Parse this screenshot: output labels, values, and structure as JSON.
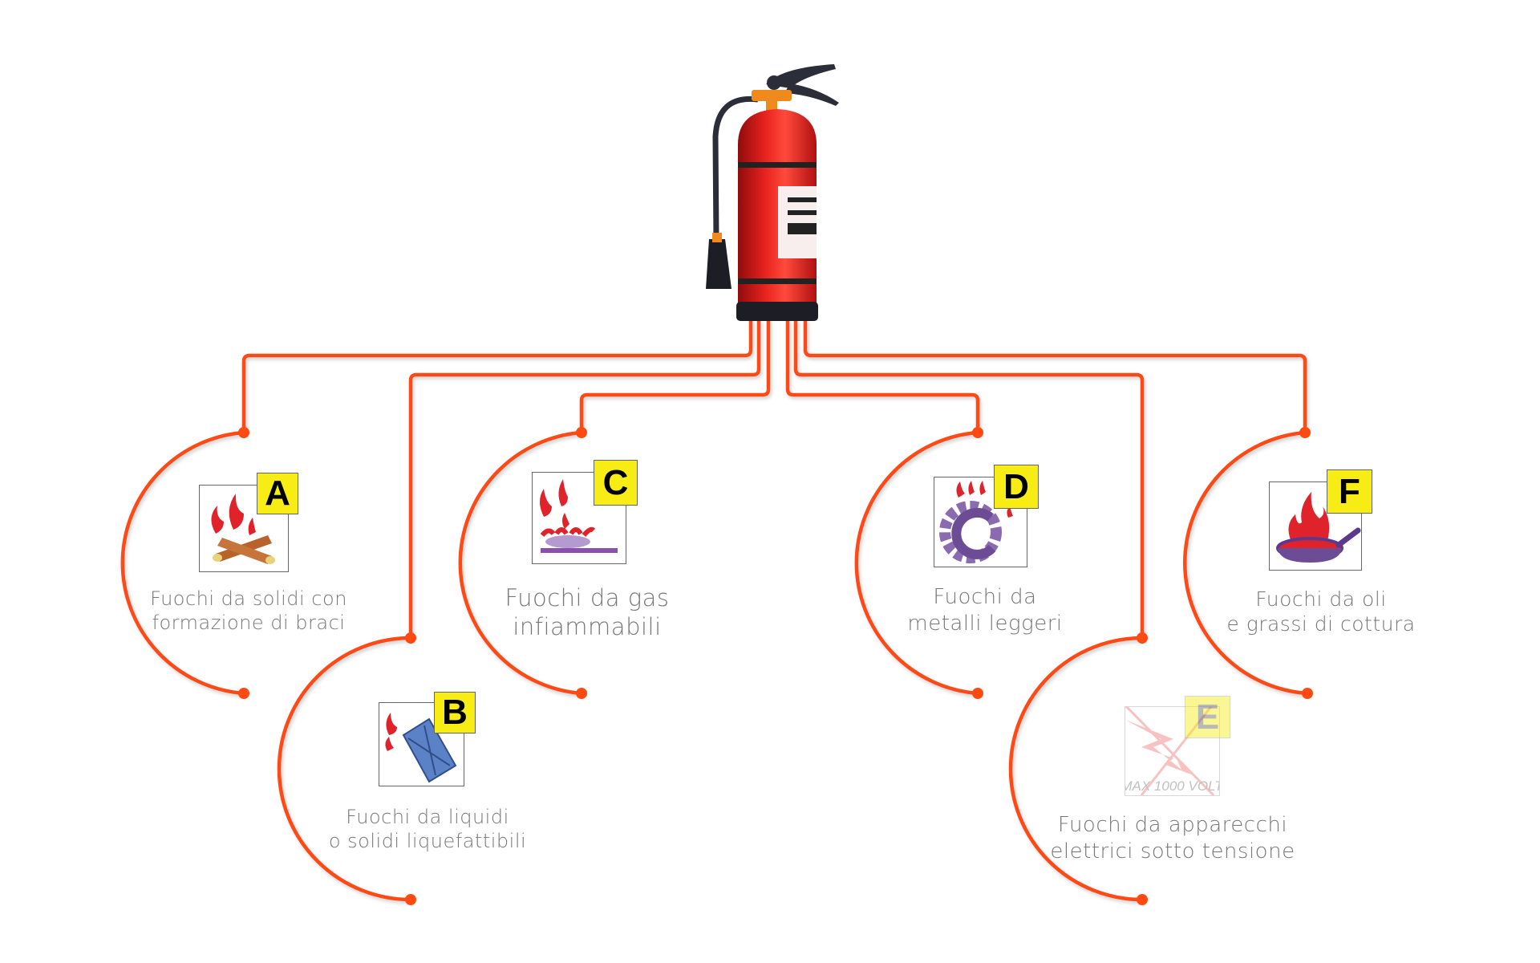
{
  "colors": {
    "connector": "#ff4a12",
    "badge": "#f7ec13",
    "text": "#777777",
    "extinguisher": "#e31b1b"
  },
  "classes": [
    {
      "letter": "A",
      "line1": "Fuochi da solidi con",
      "line2": "formazione di braci",
      "icon": "burning-logs-icon"
    },
    {
      "letter": "B",
      "line1": "Fuochi da liquidi",
      "line2": "o solidi liquefattibili",
      "icon": "fuel-can-icon"
    },
    {
      "letter": "C",
      "line1": "Fuochi da gas",
      "line2": "infiammabili",
      "icon": "gas-burner-icon"
    },
    {
      "letter": "D",
      "line1": "Fuochi da",
      "line2": "metalli leggeri",
      "icon": "metal-gear-icon"
    },
    {
      "letter": "E",
      "line1": "Fuochi da apparecchi",
      "line2": "elettrici sotto tensione",
      "icon": "electrical-icon",
      "icon_text": "MAX 1000 VOLT",
      "crossed_out": true
    },
    {
      "letter": "F",
      "line1": "Fuochi da oli",
      "line2": "e grassi di cottura",
      "icon": "frying-pan-icon"
    }
  ]
}
